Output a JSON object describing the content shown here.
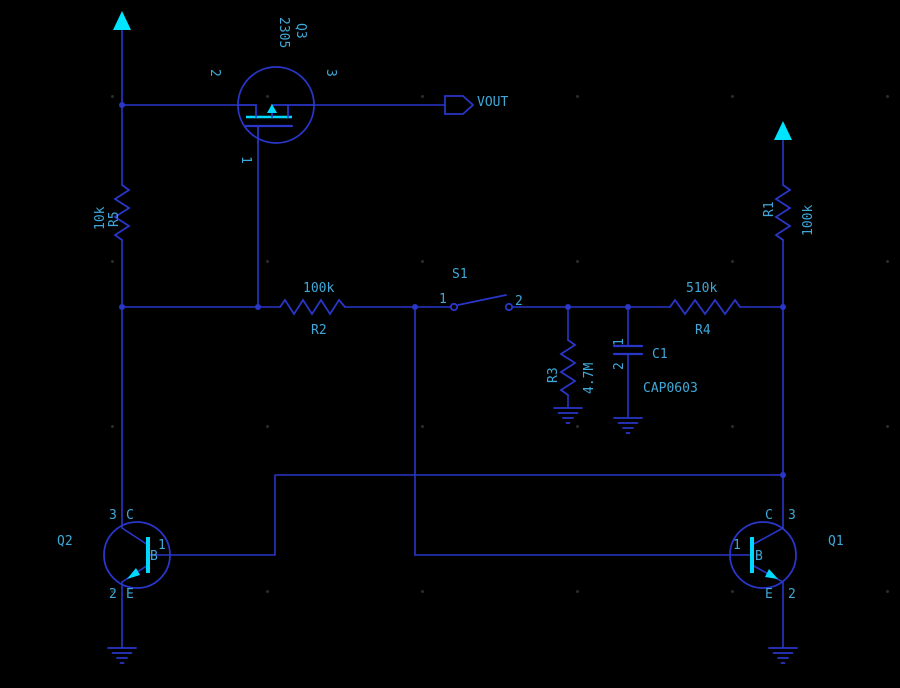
{
  "colors": {
    "background": "#000000",
    "grid_dot": "#2b2b2b",
    "wire": "#2936c8",
    "text": "#3fa8d8",
    "power": "#00e5ff",
    "highlight": "#00d9ff"
  },
  "components": {
    "q3": {
      "ref": "Q3",
      "part": "2305",
      "pin1": "1",
      "pin2": "2",
      "pin3": "3"
    },
    "vout": {
      "label": "VOUT"
    },
    "r5": {
      "ref": "R5",
      "value": "10k"
    },
    "r1": {
      "ref": "R1",
      "value": "100k"
    },
    "r2": {
      "ref": "R2",
      "value": "100k"
    },
    "r4": {
      "ref": "R4",
      "value": "510k"
    },
    "r3": {
      "ref": "R3",
      "value": "4.7M"
    },
    "s1": {
      "ref": "S1",
      "pin1": "1",
      "pin2": "2"
    },
    "c1": {
      "ref": "C1",
      "part": "CAP0603",
      "pin1": "1",
      "pin2": "2"
    },
    "q2": {
      "ref": "Q2",
      "pin_c": "C",
      "pin_c_num": "3",
      "pin_b": "B",
      "pin_b_num": "1",
      "pin_e": "E",
      "pin_e_num": "2"
    },
    "q1": {
      "ref": "Q1",
      "pin_c": "C",
      "pin_c_num": "3",
      "pin_b": "B",
      "pin_b_num": "1",
      "pin_e": "E",
      "pin_e_num": "2"
    }
  }
}
